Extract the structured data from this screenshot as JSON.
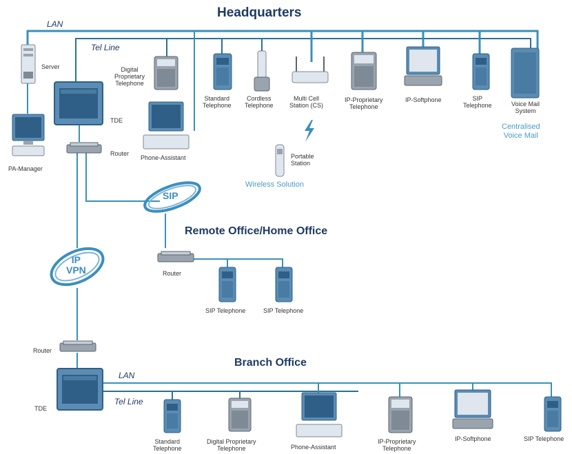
{
  "sections": {
    "headquarters": "Headquarters",
    "remote": "Remote Office/Home Office",
    "branch": "Branch Office"
  },
  "links": {
    "lan_hq": "LAN",
    "tel_hq": "Tel Line",
    "lan_branch": "LAN",
    "tel_branch": "Tel Line"
  },
  "hq": {
    "server": "Server",
    "tde": "TDE",
    "router": "Router",
    "pa_manager": "PA-Manager",
    "digital_phone": "Digital\nProprietary\nTelephone",
    "phone_assistant": "Phone-Assistant",
    "standard_phone": "Standard\nTelephone",
    "cordless_phone": "Cordless\nTelephone",
    "multi_cell": "Multi Cell\nStation (CS)",
    "ip_proprietary": "IP-Proprietary\nTelephone",
    "ip_softphone": "IP-Softphone",
    "sip_phone": "SIP\nTelephone",
    "voice_mail": "Voice Mail\nSystem",
    "centralised": "Centralised\nVoice Mail",
    "portable": "Portable\nStation",
    "wireless": "Wireless Solution"
  },
  "remote": {
    "router": "Router",
    "sip1": "SIP Telephone",
    "sip2": "SIP Telephone"
  },
  "branch": {
    "router": "Router",
    "tde": "TDE",
    "standard_phone": "Standard\nTelephone",
    "digital_phone": "Digital Proprietary\nTelephone",
    "phone_assistant": "Phone-Assistant",
    "ip_proprietary": "IP-Proprietary\nTelephone",
    "ip_softphone": "IP-Softphone",
    "sip_phone": "SIP Telephone"
  },
  "badges": {
    "sip": "SIP",
    "ipvpn": "IP\nVPN"
  },
  "colors": {
    "line": "#3a8fb7",
    "line_dark": "#2c6f94",
    "device_body": "#5a8cb4",
    "device_screen": "#2f5f86",
    "device_light": "#dfe6ee",
    "device_gray": "#9aa4ae",
    "badge": "#3c8ec0",
    "title": "#1d3a63",
    "accent_text": "#4a9cc7"
  }
}
